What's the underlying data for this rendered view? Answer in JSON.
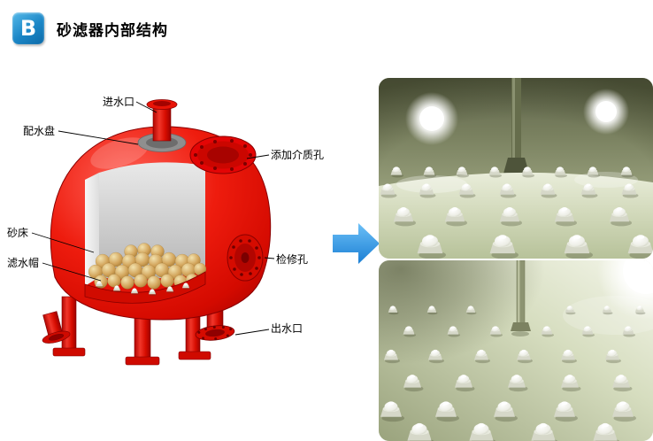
{
  "header": {
    "badge": "B",
    "title": "砂滤器内部结构"
  },
  "diagram": {
    "name": "sand-filter-cutaway",
    "labels": {
      "inlet": "进水口",
      "distribution_plate": "配水盘",
      "media_port": "添加介质孔",
      "sand_bed": "砂床",
      "filter_nozzle": "滤水帽",
      "access_port": "检修孔",
      "outlet": "出水口"
    }
  },
  "icons": {
    "badge": "letter-b-tile",
    "arrow": "right-arrow"
  },
  "colors": {
    "tank_red": "#e30505",
    "arrow_blue": "#2b93e4",
    "badge_blue": "#1581c2",
    "floor_green": "#c9d2ae",
    "sand_tan": "#d3a55c"
  }
}
